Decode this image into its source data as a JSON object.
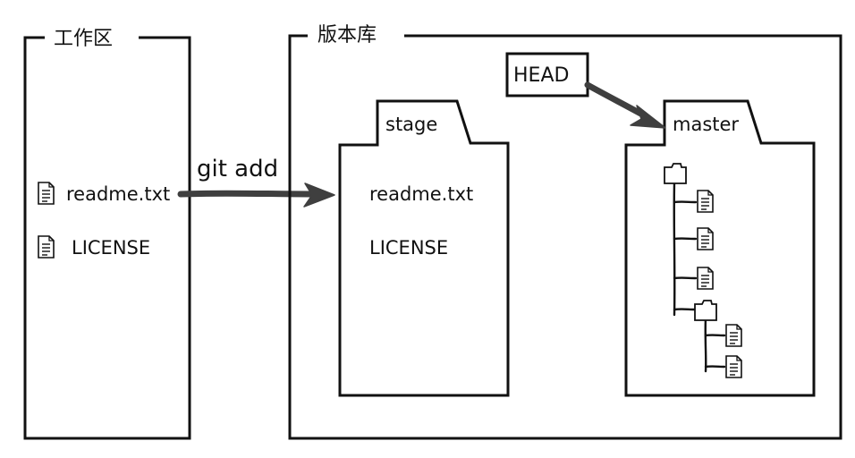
{
  "workspace": {
    "title": "工作区",
    "files": [
      "readme.txt",
      "LICENSE"
    ]
  },
  "command": {
    "label": "git add"
  },
  "repository": {
    "title": "版本库",
    "head": "HEAD",
    "stage": {
      "tab": "stage",
      "files": [
        "readme.txt",
        "LICENSE"
      ]
    },
    "master": {
      "tab": "master"
    }
  },
  "icons": {
    "file": "file-icon",
    "folder": "folder-icon",
    "arrow": "arrow-icon"
  },
  "colors": {
    "ink": "#111111",
    "arrow": "#3f3f3f",
    "background": "#ffffff"
  }
}
